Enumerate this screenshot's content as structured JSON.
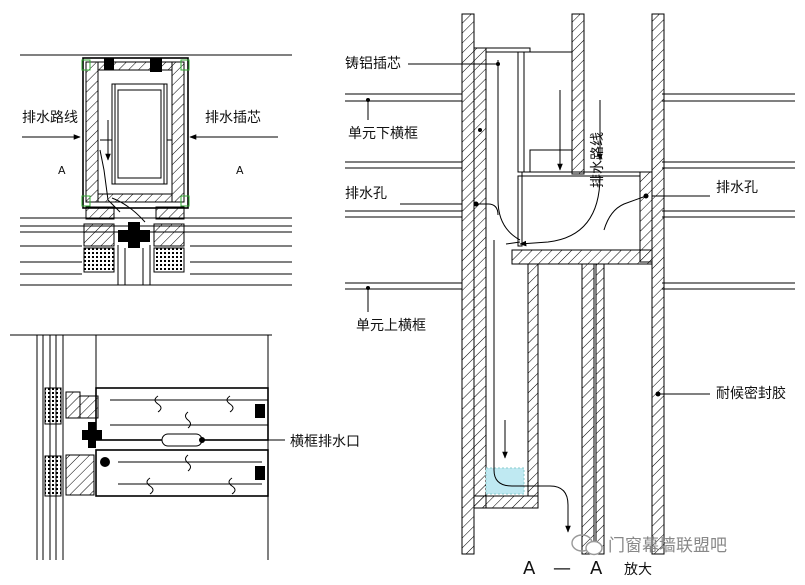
{
  "labels": {
    "drain_route_left": "排水路线",
    "drain_insert": "排水插芯",
    "section_a_left": "A",
    "section_a_right": "A",
    "transom_drain_outlet": "横框排水口",
    "cast_aluminum_insert": "铸铝插芯",
    "unit_lower_transom": "单元下横框",
    "drain_route_vertical": "排水路线",
    "drain_hole_left": "排水孔",
    "drain_hole_right": "排水孔",
    "unit_upper_transom": "单元上横框",
    "weather_sealant": "耐候密封胶",
    "section_title_a1": "A",
    "section_title_dash": "—",
    "section_title_a2": "A",
    "section_title_enlarged": "放大"
  },
  "watermark": {
    "text": "门窗幕墙联盟吧"
  },
  "colors": {
    "line": "#000000",
    "water": "#bfe9f2",
    "hatch": "#000000"
  }
}
